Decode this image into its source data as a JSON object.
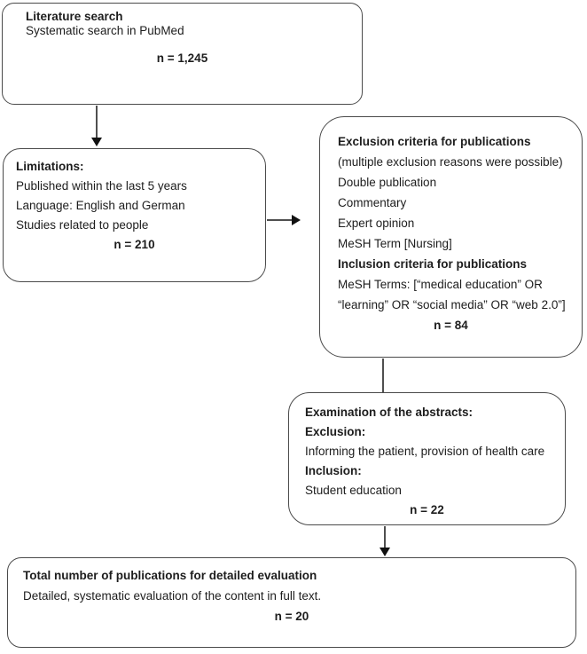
{
  "diagram": {
    "box1": {
      "title": "Literature search",
      "subtitle": "Systematic search in PubMed",
      "count": "n = 1,245"
    },
    "box2": {
      "title": "Limitations:",
      "line1": "Published within the last 5 years",
      "line2": "Language: English and German",
      "line3": "Studies related to people",
      "count": "n = 210"
    },
    "box3": {
      "exclusion_title": "Exclusion criteria for publications",
      "note": "(multiple exclusion reasons were possible)",
      "item1": "Double publication",
      "item2": "Commentary",
      "item3": "Expert opinion",
      "item4": "MeSH Term [Nursing]",
      "inclusion_title": "Inclusion criteria for publications",
      "mesh_line1": "MeSH Terms: [“medical education” OR",
      "mesh_line2": "“learning” OR “social media” OR “web 2.0”]",
      "count": "n = 84"
    },
    "box4": {
      "title": "Examination of the abstracts:",
      "exclusion_label": "Exclusion:",
      "exclusion_text": "Informing the patient, provision of health care",
      "inclusion_label": "Inclusion:",
      "inclusion_text": "Student education",
      "count": "n = 22"
    },
    "box5": {
      "title": "Total number of publications for detailed evaluation",
      "subtitle": "Detailed, systematic evaluation of the content in full text.",
      "count": "n = 20"
    },
    "colors": {
      "box_border": "#4a4a4a",
      "connector": "#4f4f4f",
      "arrowhead": "#111111",
      "text": "#1d1d1d",
      "background": "#ffffff"
    }
  }
}
